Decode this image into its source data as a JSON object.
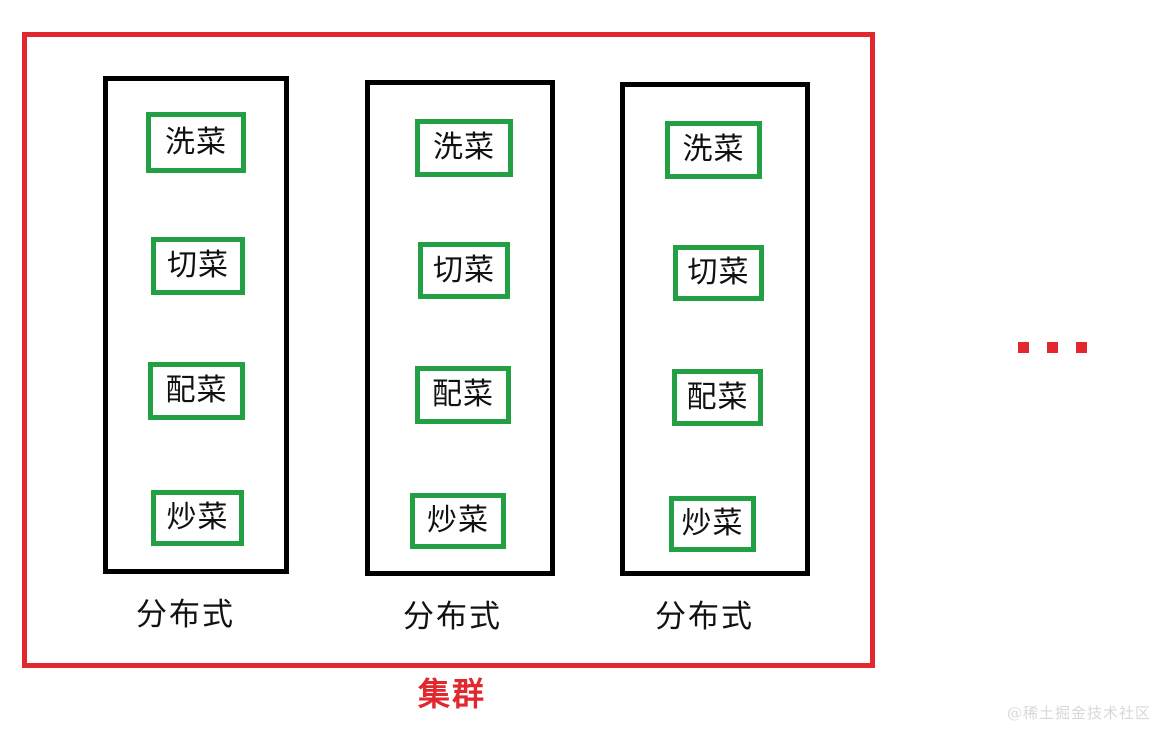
{
  "diagram": {
    "title_caption": "集群",
    "colors": {
      "cluster_border": "#e2282f",
      "node_border": "#000000",
      "task_border": "#22a043",
      "text": "#111111",
      "watermark": "#d8d8d8"
    },
    "cluster": {
      "label": "集群",
      "nodes": [
        {
          "caption": "分布式",
          "tasks": [
            "洗菜",
            "切菜",
            "配菜",
            "炒菜"
          ]
        },
        {
          "caption": "分布式",
          "tasks": [
            "洗菜",
            "切菜",
            "配菜",
            "炒菜"
          ]
        },
        {
          "caption": "分布式",
          "tasks": [
            "洗菜",
            "切菜",
            "配菜",
            "炒菜"
          ]
        }
      ]
    },
    "ellipsis": {
      "name": "more-nodes-ellipsis",
      "dots": 3
    },
    "watermark": "@稀土掘金技术社区"
  }
}
